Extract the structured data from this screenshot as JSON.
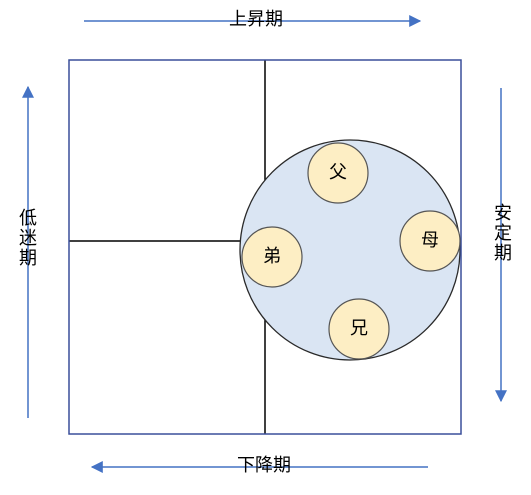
{
  "phases": {
    "top": "上昇期",
    "bottom": "下降期",
    "left": "低迷期",
    "right": "安定期"
  },
  "family": {
    "members": [
      "父",
      "母",
      "兄",
      "弟"
    ]
  },
  "colors": {
    "frame": "#3a4f9a",
    "arrow": "#4472c4",
    "circle_fill": "#dae5f3",
    "circle_stroke": "#2a2a2a",
    "member_fill": "#fdeec4",
    "member_stroke": "#555555",
    "divider": "#000000"
  }
}
